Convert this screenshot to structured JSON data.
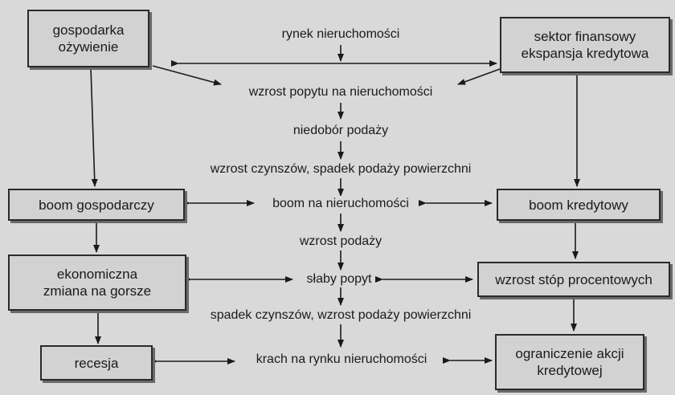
{
  "boxes": {
    "gospodarka_ozywienie": "gospodarka\nożywienie",
    "sektor_finansowy": "sektor finansowy\nekspansja kredytowa",
    "boom_gospodarczy": "boom gospodarczy",
    "boom_kredytowy": "boom kredytowy",
    "ekonomiczna_zmiana": "ekonomiczna\nzmiana na gorsze",
    "wzrost_stop": "wzrost stóp procentowych",
    "recesja": "recesja",
    "ograniczenie_akcji": "ograniczenie akcji\nkredytowej"
  },
  "labels": {
    "rynek": "rynek nieruchomości",
    "wzrost_popytu": "wzrost popytu na nieruchomości",
    "niedobor": "niedobór podaży",
    "wzrost_czynszow": "wzrost czynszów, spadek podaży powierzchni",
    "boom_nieruchomosci": "boom na nieruchomości",
    "wzrost_podazy": "wzrost podaży",
    "slaby_popyt": "słaby popyt",
    "spadek_czynszow": "spadek czynszów, wzrost podaży powierzchni",
    "krach": "krach na rynku nieruchomości"
  }
}
